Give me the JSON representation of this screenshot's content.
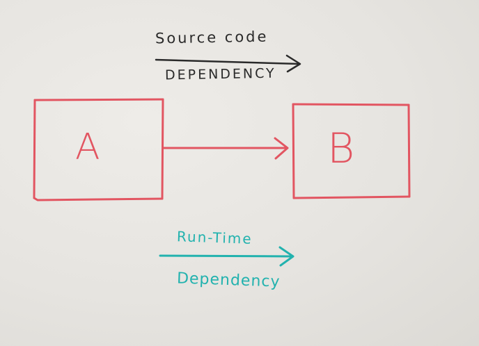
{
  "source_code_dependency": {
    "line1": "Source code",
    "line2": "DEPENDENCY"
  },
  "boxes": {
    "a": "A",
    "b": "B"
  },
  "runtime_dependency": {
    "line1": "Run-Time",
    "line2": "Dependency"
  },
  "colors": {
    "board": "#e7e5e1",
    "black_marker": "#2a2a2a",
    "red_marker": "#e25561",
    "teal_marker": "#22b2ae"
  }
}
